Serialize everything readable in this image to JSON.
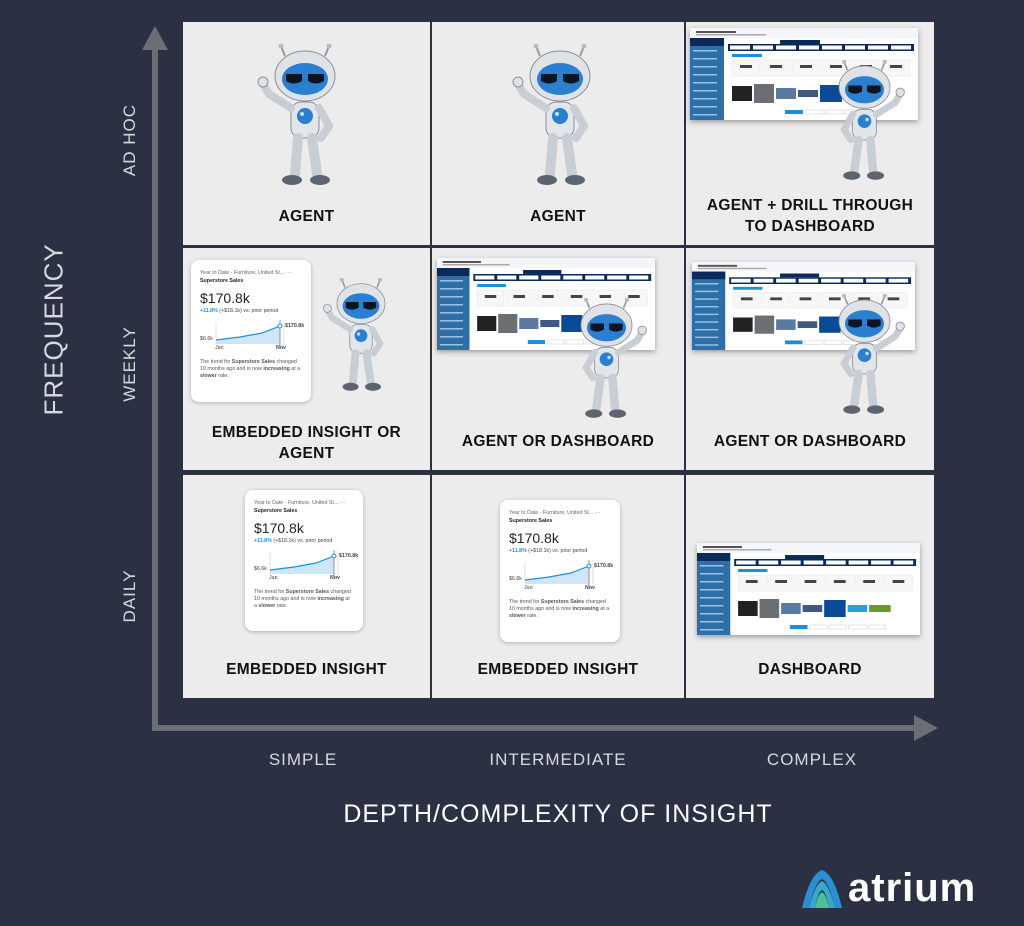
{
  "axes": {
    "y_title": "FREQUENCY",
    "x_title": "DEPTH/COMPLEXITY OF INSIGHT",
    "y_levels": [
      "AD HOC",
      "WEEKLY",
      "DAILY"
    ],
    "x_levels": [
      "SIMPLE",
      "INTERMEDIATE",
      "COMPLEX"
    ]
  },
  "cells": {
    "adhoc_simple": "AGENT",
    "adhoc_intermediate": "AGENT",
    "adhoc_complex": [
      "AGENT + DRILL THROUGH",
      "TO DASHBOARD"
    ],
    "weekly_simple": [
      "EMBEDDED INSIGHT OR",
      "AGENT"
    ],
    "weekly_intermediate": "AGENT OR DASHBOARD",
    "weekly_complex": "AGENT OR DASHBOARD",
    "daily_simple": "EMBEDDED INSIGHT",
    "daily_intermediate": "EMBEDDED INSIGHT",
    "daily_complex": "DASHBOARD"
  },
  "insight_card": {
    "subtitle": "Year to Date - Furniture, United St...",
    "more": "···",
    "title": "Superstore Sales",
    "value": "$170.8k",
    "change_pct": "+11.8%",
    "change_rest": " (+$18.1k) vs. prior period",
    "axis_min": "$6.6k",
    "axis_end": "$170.8k",
    "x_start": "Jan",
    "x_end": "Nov",
    "desc_1": "The trend for ",
    "desc_b1": "Superstore Sales",
    "desc_2": " changed 10 months ago and is now ",
    "desc_b2": "increasing",
    "desc_3": " at a ",
    "desc_b3": "slower",
    "desc_4": " rate."
  },
  "colors": {
    "background": "#2b3042",
    "cell": "#ececec",
    "axis": "#6b6e74",
    "accent": "#1a8fe0",
    "dash_nav": "#2f6fa8",
    "dash_dark": "#0b2a5c"
  },
  "logo": {
    "text": "atrium"
  }
}
